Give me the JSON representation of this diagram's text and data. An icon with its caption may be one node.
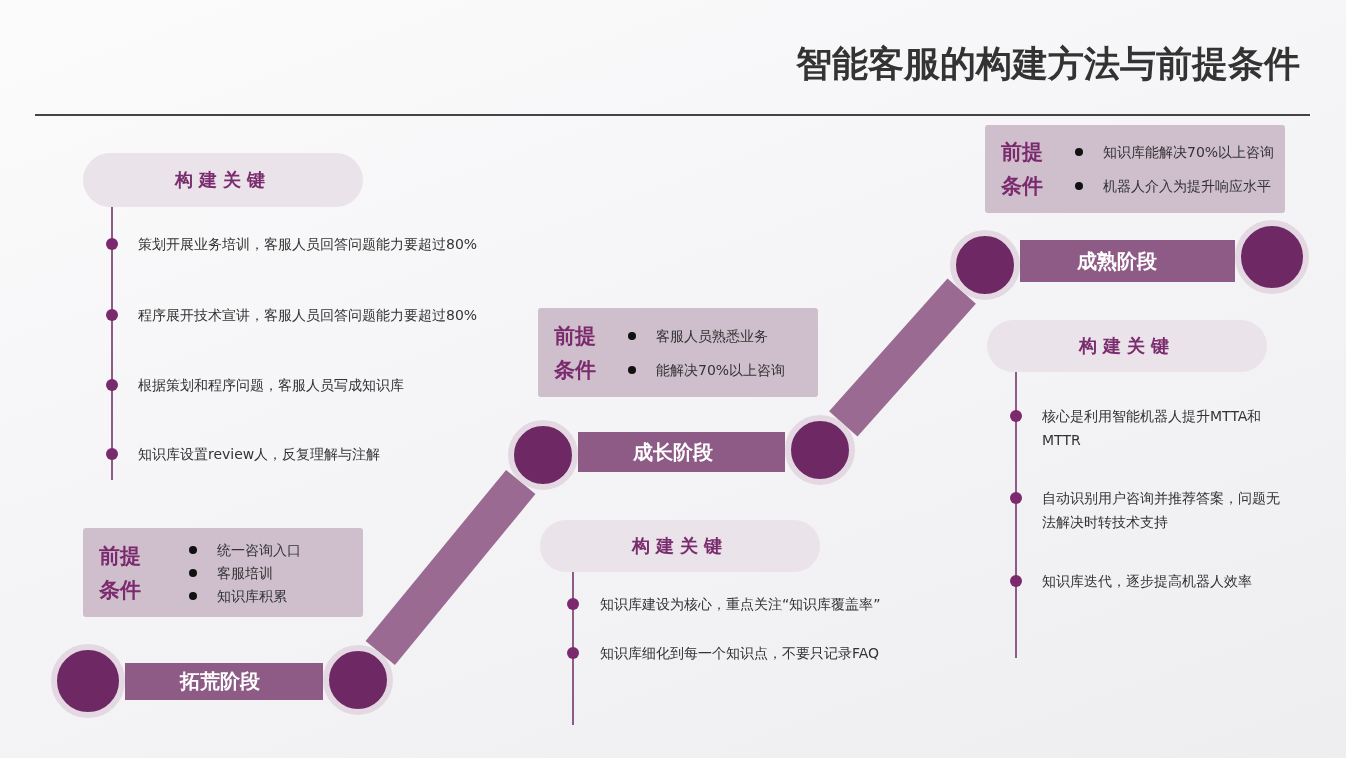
{
  "diagram": {
    "title": "智能客服的构建方法与前提条件",
    "nodes": [
      {
        "text": [
          "构建关键"
        ],
        "beside": [
          "策划开展业务培训，客服人员回答问题能力要超过80%",
          "程序展开技术宣讲，客服人员回答问题能力要超过80%",
          "根据策划和程序问题，客服人员写成知识库",
          "知识库设置review人，反复理解与注解"
        ]
      },
      {
        "text": [
          "前提条件",
          "统一咨询入口",
          "客服培训",
          "知识库积累"
        ]
      },
      {
        "text": [
          "拓荒阶段"
        ]
      },
      {
        "text": [
          "前提条件",
          "客服人员熟悉业务",
          "能解决70%以上咨询"
        ]
      },
      {
        "text": [
          "成长阶段"
        ]
      },
      {
        "text": [
          "构建关键"
        ],
        "beside": [
          "知识库建设为核心，重点关注“知识库覆盖率”",
          "知识库细化到每一个知识点，不要只记录FAQ"
        ]
      },
      {
        "text": [
          "前提条件",
          "知识库能解决70%以上咨询",
          "机器人介入为提升响应水平"
        ]
      },
      {
        "text": [
          "成熟阶段"
        ]
      },
      {
        "text": [
          "构建关键"
        ],
        "beside": [
          "核心是利用智能机器人提升MTTA和MTTR",
          "自动识别用户咨询并推荐答案，问题无法解决时转技术支持",
          "知识库迭代，逐步提高机器人效率"
        ]
      },
      {
        "text": [],
        "shape": "circle"
      },
      {
        "text": [],
        "shape": "circle"
      },
      {
        "text": [],
        "shape": "circle"
      },
      {
        "text": [],
        "shape": "circle"
      },
      {
        "text": [],
        "shape": "circle"
      },
      {
        "text": [],
        "shape": "circle"
      }
    ],
    "edges": [
      {
        "from": 10,
        "to": 11,
        "arrow": "none"
      },
      {
        "from": 12,
        "to": 13,
        "arrow": "none"
      }
    ]
  }
}
